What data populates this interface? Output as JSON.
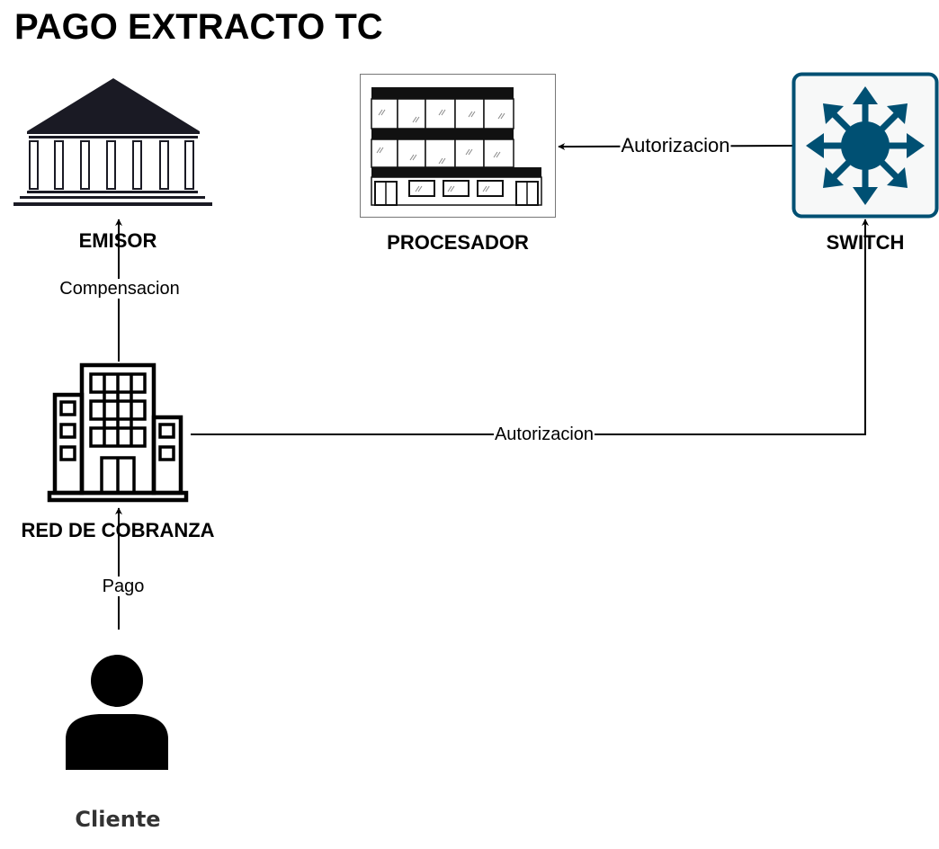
{
  "diagram": {
    "title": "PAGO EXTRACTO TC",
    "nodes": {
      "emisor": {
        "label": "EMISOR",
        "icon": "bank-icon"
      },
      "procesador": {
        "label": "PROCESADOR",
        "icon": "office-building-icon"
      },
      "switch": {
        "label": "SWITCH",
        "icon": "network-switch-icon"
      },
      "red_cobranza": {
        "label": "RED DE COBRANZA",
        "icon": "city-buildings-icon"
      },
      "cliente": {
        "label": "Cliente",
        "icon": "user-icon"
      }
    },
    "edges": [
      {
        "from": "RED DE COBRANZA",
        "to": "EMISOR",
        "label": "Compensacion"
      },
      {
        "from": "RED DE COBRANZA",
        "to": "SWITCH",
        "label": "Autorizacion"
      },
      {
        "from": "SWITCH",
        "to": "PROCESADOR",
        "label": "Autorizacion"
      },
      {
        "from": "Cliente",
        "to": "RED DE COBRANZA",
        "label": "Pago"
      }
    ],
    "colors": {
      "switch_fill": "#005073",
      "switch_bg": "#f7f8f8"
    }
  }
}
